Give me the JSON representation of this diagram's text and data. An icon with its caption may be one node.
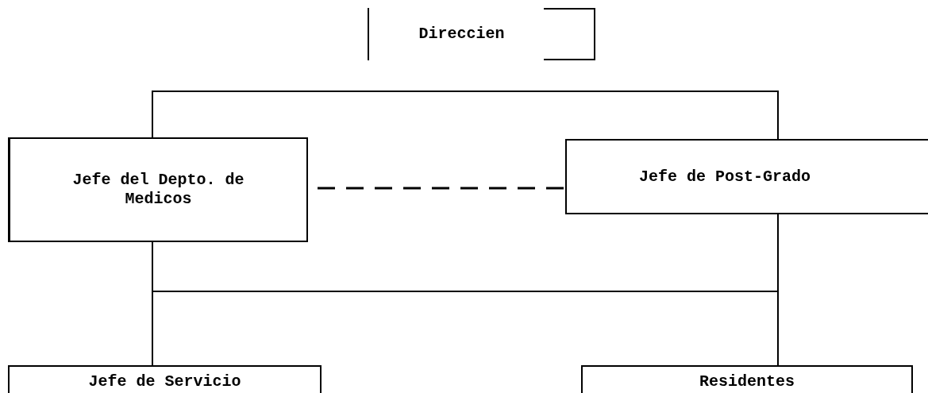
{
  "diagram": {
    "nodes": [
      {
        "text": [
          "Direccien"
        ]
      },
      {
        "text": [
          "Jefe del Depto. de Medicos"
        ]
      },
      {
        "text": [
          "Jefe de Post-Grado"
        ]
      },
      {
        "text": [
          "Jefe de Servicio"
        ]
      },
      {
        "text": [
          "Residentes"
        ]
      }
    ],
    "edges": [
      {
        "from": 1,
        "to": 2,
        "arrow": "none"
      },
      {
        "from": 1,
        "to": 2,
        "arrow": "none",
        "style": "dashed"
      },
      {
        "from": 1,
        "to": 3,
        "arrow": "none"
      },
      {
        "from": 1,
        "to": 4,
        "arrow": "none"
      },
      {
        "from": 2,
        "to": 3,
        "arrow": "none"
      },
      {
        "from": 2,
        "to": 4,
        "arrow": "none"
      }
    ]
  }
}
